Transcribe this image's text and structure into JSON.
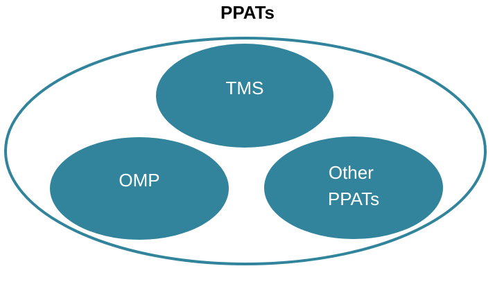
{
  "title": "PPATs",
  "colors": {
    "node_fill": "#31849b",
    "outer_stroke": "#31849b",
    "background": "#ffffff",
    "label_text": "#ffffff",
    "title_text": "#000000"
  },
  "nodes": [
    {
      "id": "tms",
      "lines": [
        "TMS"
      ]
    },
    {
      "id": "omp",
      "lines": [
        "OMP"
      ]
    },
    {
      "id": "other",
      "lines": [
        "Other",
        "PPATs"
      ]
    }
  ]
}
